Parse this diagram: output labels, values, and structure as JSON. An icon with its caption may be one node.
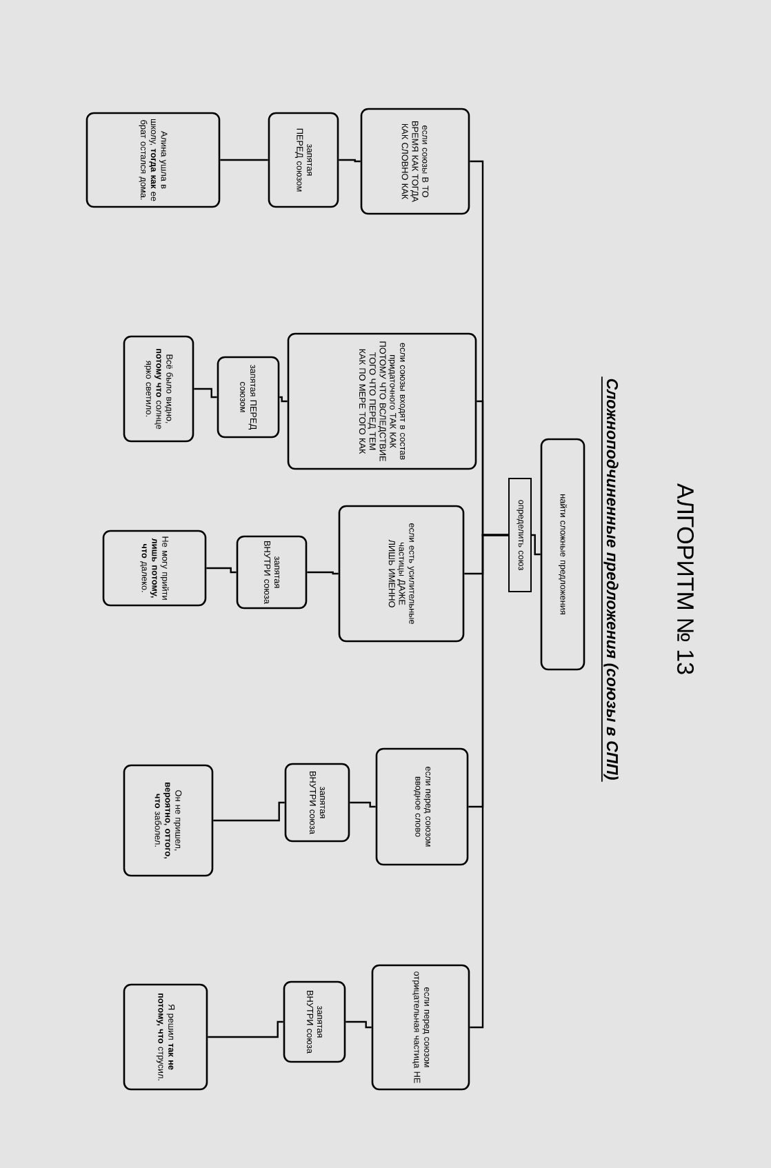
{
  "diagram": {
    "title": "АЛГОРИТМ № 13",
    "nodes": [
      {
        "text": [
          "найти сложные предложения"
        ]
      },
      {
        "text": [
          "определить союз"
        ]
      },
      {
        "text": [
          "если союзы В ТО ВРЕМЯ КАК ТОГДА КАК СЛОВНО КАК"
        ]
      },
      {
        "text": [
          "если союзы входят в состав придаточного ТАК КАК ПОТОМУ ЧТО ВСЛЕДСТВИЕ ТОГО ЧТО ПЕРЕД ТЕМ КАК ПО МЕРЕ ТОГО КАК"
        ]
      },
      {
        "text": [
          "если есть усилительные частицы ДАЖЕ ЛИШЬ ИМЕННО"
        ]
      },
      {
        "text": [
          "если перед союзом вводное слово"
        ]
      },
      {
        "text": [
          "если перед союзом отрицательная частица НЕ"
        ]
      },
      {
        "text": [
          "запятая ПЕРЕД союзом"
        ]
      },
      {
        "text": [
          "запятая ПЕРЕД союзом"
        ]
      },
      {
        "text": [
          "запятая ВНУТРИ союза"
        ]
      },
      {
        "text": [
          "запятая ВНУТРИ союза"
        ]
      },
      {
        "text": [
          "запятая ВНУТРИ союза"
        ]
      },
      {
        "text": [
          "Алина ушла в школу, **тогда как** ее брат остался дома."
        ]
      },
      {
        "text": [
          "Всё было видно, **потому что** солнце ярко светило."
        ]
      },
      {
        "text": [
          "Не могу прийти **лишь потому, что** далеко."
        ]
      },
      {
        "text": [
          "Он не пришел, **вероятно, оттого, что** заболел."
        ]
      },
      {
        "text": [
          "Я решил **так не потому, что** струсил."
        ]
      }
    ],
    "edges": [
      {
        "from": 0,
        "to": 1,
        "arrow": "none"
      },
      {
        "from": 1,
        "to": 2,
        "arrow": "none"
      },
      {
        "from": 1,
        "to": 3,
        "arrow": "none"
      },
      {
        "from": 1,
        "to": 4,
        "arrow": "none"
      },
      {
        "from": 1,
        "to": 5,
        "arrow": "none"
      },
      {
        "from": 1,
        "to": 6,
        "arrow": "none"
      },
      {
        "from": 2,
        "to": 7,
        "arrow": "none"
      },
      {
        "from": 7,
        "to": 12,
        "arrow": "none"
      },
      {
        "from": 3,
        "to": 8,
        "arrow": "none"
      },
      {
        "from": 8,
        "to": 13,
        "arrow": "none"
      },
      {
        "from": 4,
        "to": 9,
        "arrow": "none"
      },
      {
        "from": 9,
        "to": 14,
        "arrow": "none"
      },
      {
        "from": 5,
        "to": 10,
        "arrow": "none"
      },
      {
        "from": 10,
        "to": 15,
        "arrow": "none"
      },
      {
        "from": 6,
        "to": 11,
        "arrow": "none"
      },
      {
        "from": 11,
        "to": 16,
        "arrow": "none"
      }
    ],
    "labels": [
      "Сложноподчиненные предложения (союзы в СПП)"
    ]
  }
}
